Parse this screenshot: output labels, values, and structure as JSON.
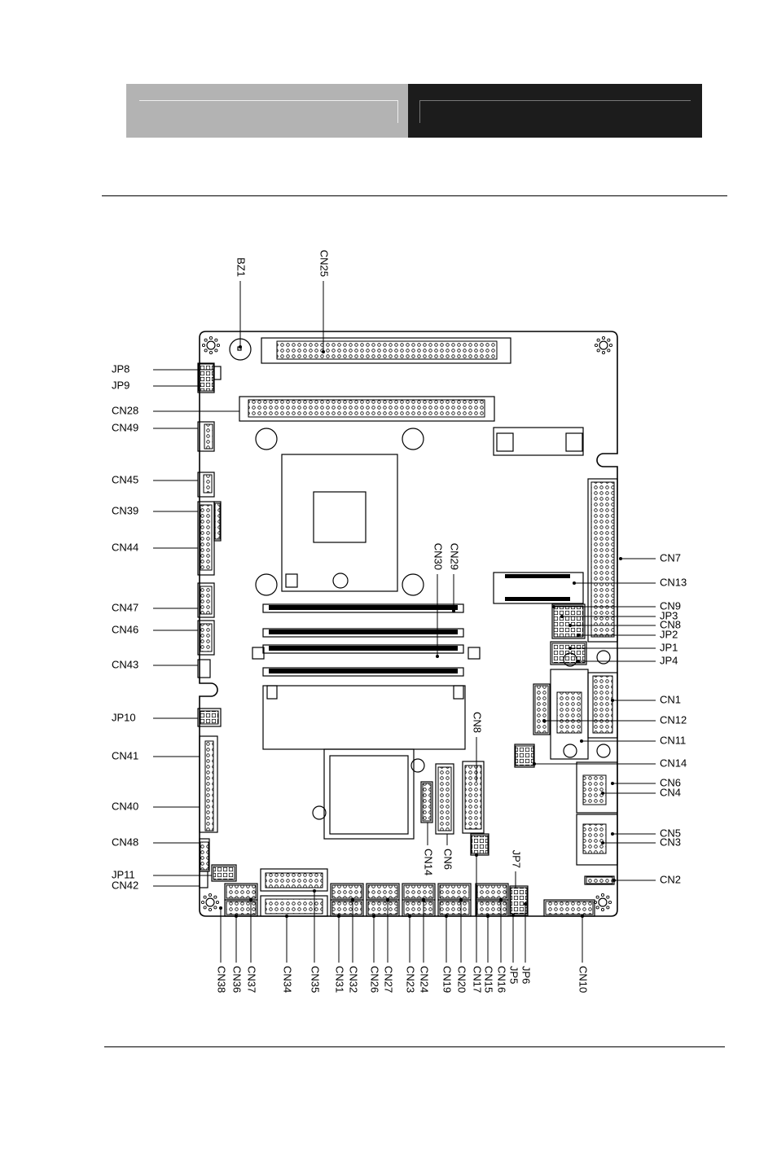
{
  "labels_left": [
    "JP8",
    "JP9",
    "CN28",
    "CN49",
    "CN45",
    "CN39",
    "CN44",
    "CN47",
    "CN46",
    "CN43",
    "JP10",
    "CN41",
    "CN40",
    "CN48",
    "JP11",
    "CN42"
  ],
  "labels_right": [
    "CN7",
    "CN13",
    "CN9",
    "JP3",
    "CN8",
    "JP2",
    "JP1",
    "JP4",
    "CN1",
    "CN12",
    "CN11",
    "CN14",
    "CN6",
    "CN4",
    "CN5",
    "CN3",
    "CN2"
  ],
  "labels_top": [
    "BZ1",
    "CN25"
  ],
  "labels_bottom": [
    "CN38",
    "CN36",
    "CN37",
    "CN34",
    "CN35",
    "CN31",
    "CN32",
    "CN26",
    "CN27",
    "CN23",
    "CN24",
    "CN19",
    "CN20",
    "CN17",
    "CN15",
    "CN16",
    "JP5",
    "JP6",
    "CN10"
  ],
  "labels_inner": [
    "CN29",
    "CN30",
    "CN8",
    "CN14",
    "CN6",
    "JP7"
  ]
}
